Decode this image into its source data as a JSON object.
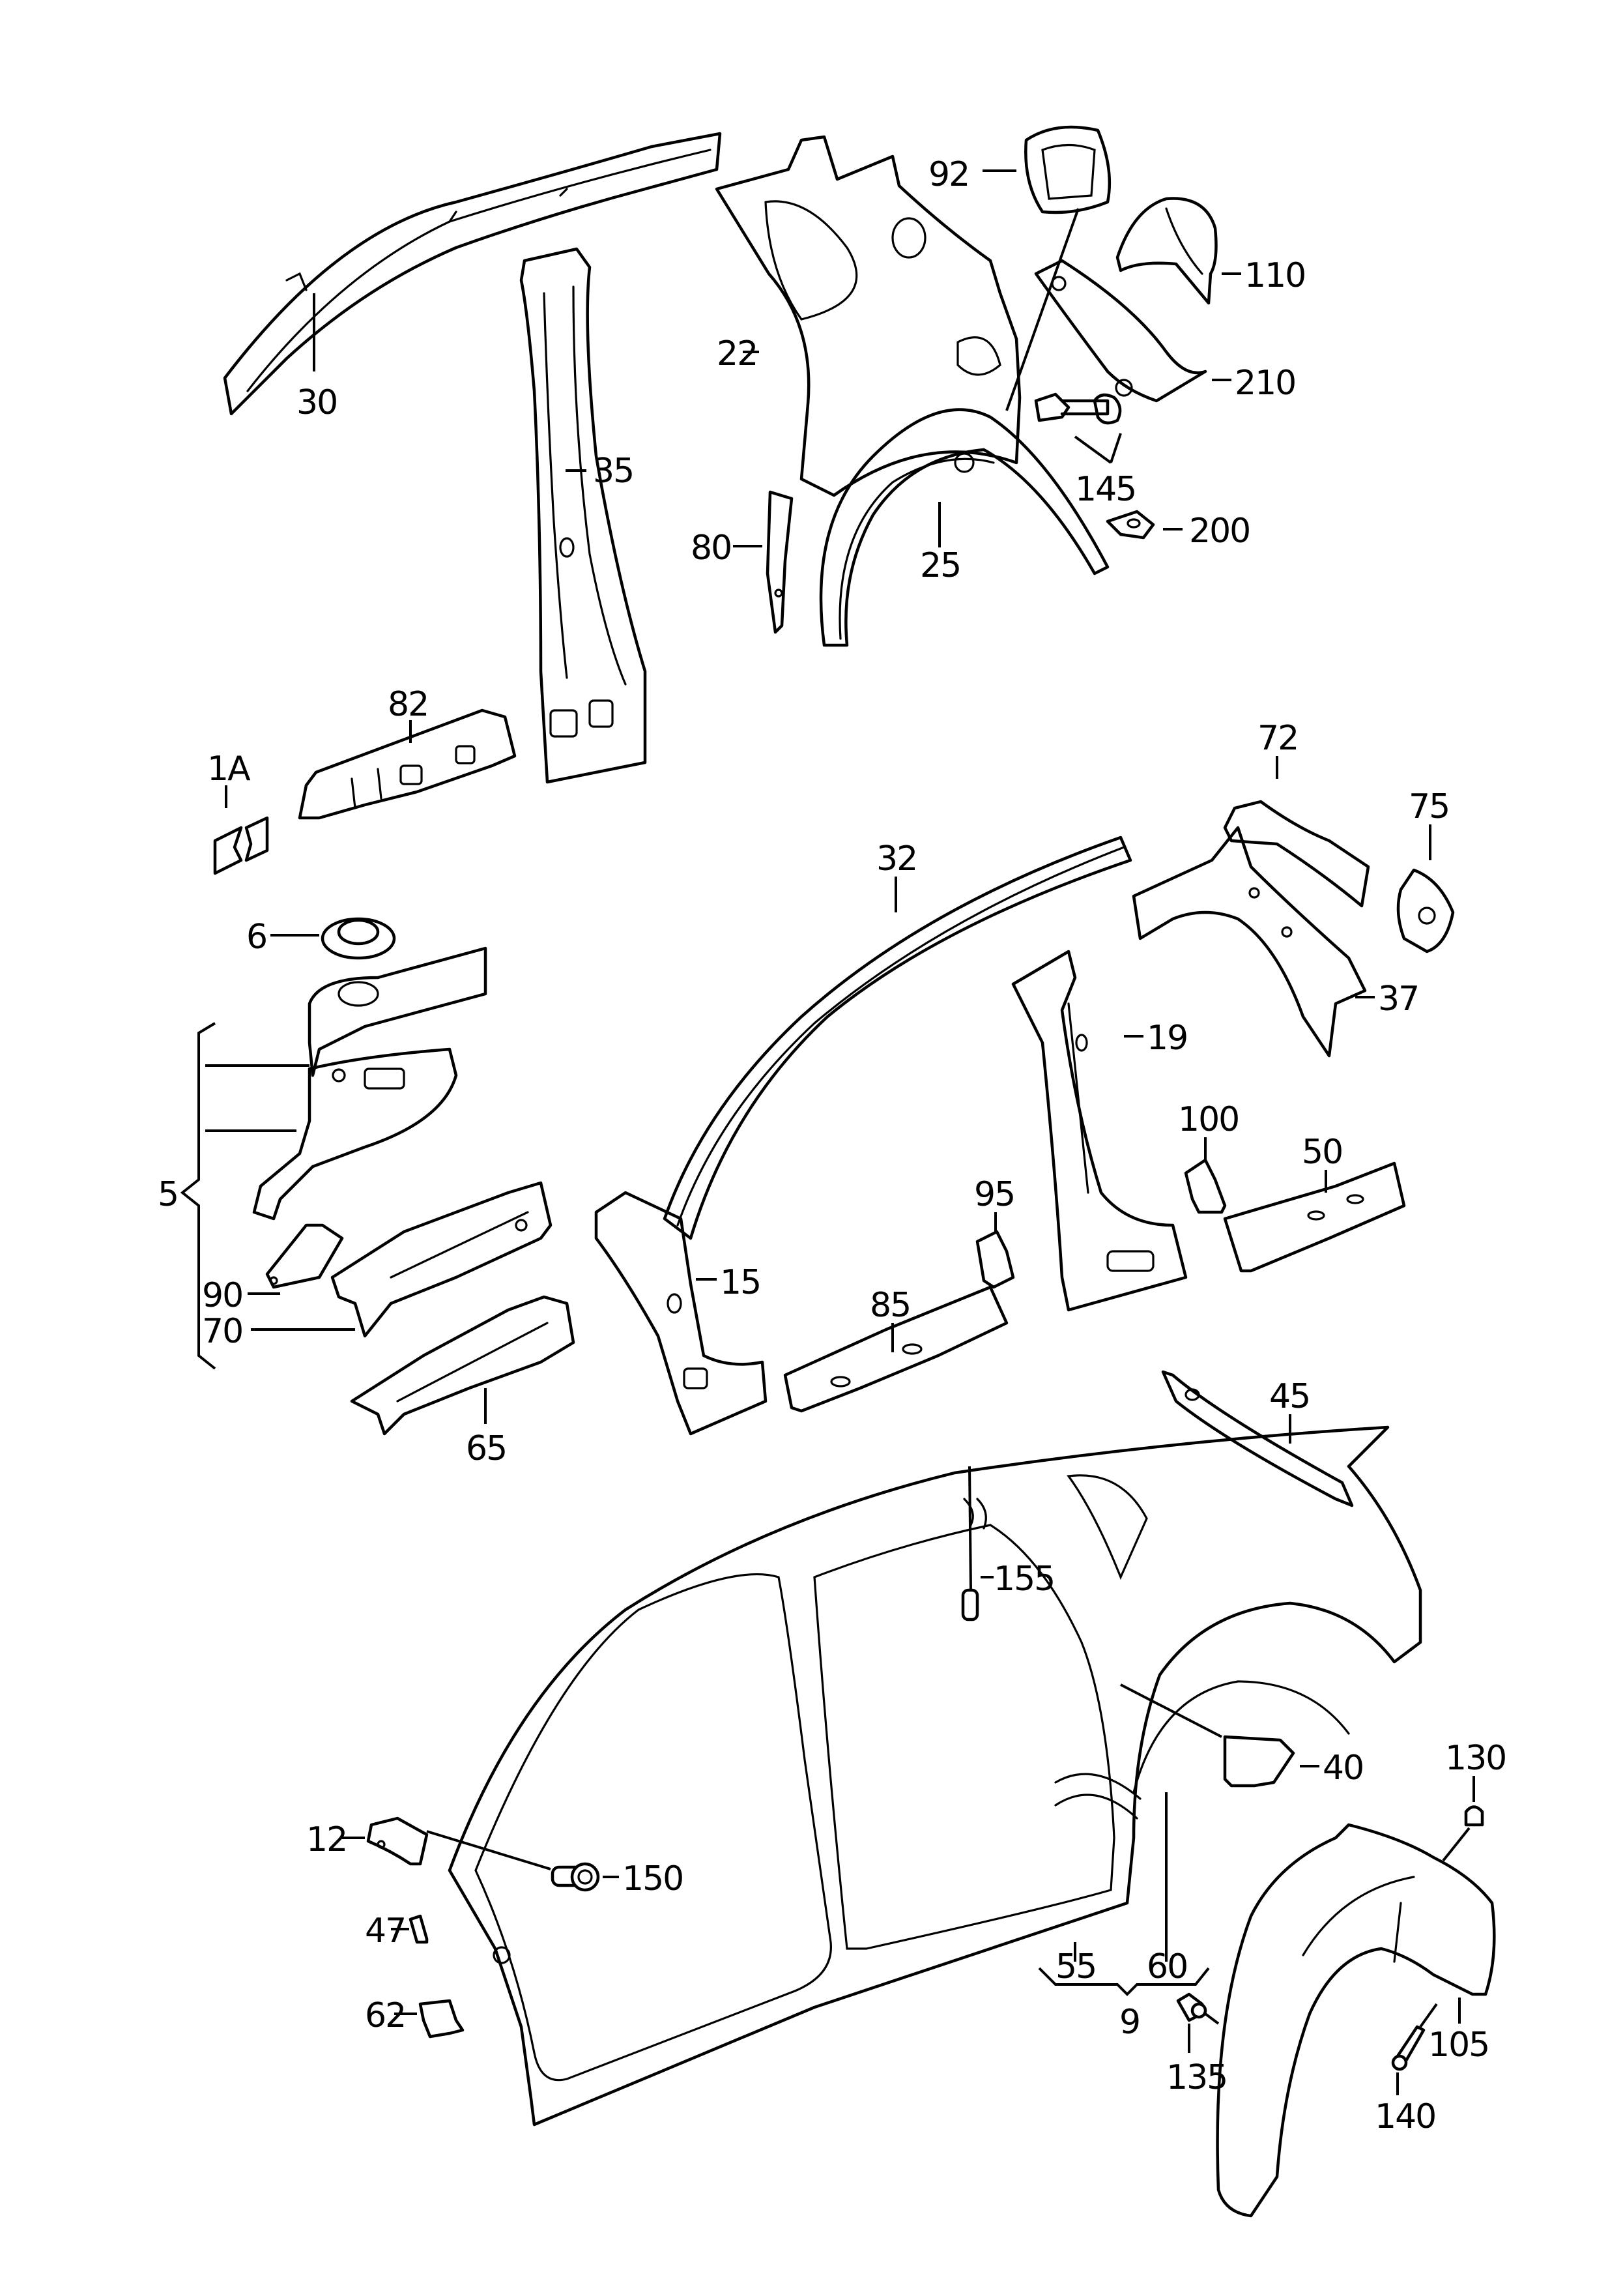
{
  "diagram": {
    "title": "Body side panel and inner structure - exploded parts diagram",
    "callouts": [
      {
        "id": "30",
        "label": "30",
        "part": "roof-frame-rail-front"
      },
      {
        "id": "35",
        "label": "35",
        "part": "b-pillar-inner"
      },
      {
        "id": "22",
        "label": "22",
        "part": "rear-quarter-inner-panel"
      },
      {
        "id": "92",
        "label": "92",
        "part": "reinforcement-plate"
      },
      {
        "id": "110",
        "label": "110",
        "part": "wheel-arch-bracket"
      },
      {
        "id": "210",
        "label": "210",
        "part": "rear-arch-reinforcement"
      },
      {
        "id": "145",
        "label": "145",
        "part": "bolt-and-nut"
      },
      {
        "id": "200",
        "label": "200",
        "part": "clip-nut"
      },
      {
        "id": "25",
        "label": "25",
        "part": "inner-wheel-housing"
      },
      {
        "id": "80",
        "label": "80",
        "part": "c-pillar-reinforcement"
      },
      {
        "id": "82",
        "label": "82",
        "part": "sill-reinforcement"
      },
      {
        "id": "1A",
        "label": "1A",
        "part": "repair-section-patch"
      },
      {
        "id": "6",
        "label": "6",
        "part": "strut-mount-cap"
      },
      {
        "id": "5",
        "label": "5",
        "part": "front-wheel-house-assembly"
      },
      {
        "id": "90",
        "label": "90",
        "part": "bracket"
      },
      {
        "id": "70",
        "label": "70",
        "part": "front-longitudinal-member"
      },
      {
        "id": "65",
        "label": "65",
        "part": "front-apron-rail"
      },
      {
        "id": "15",
        "label": "15",
        "part": "a-pillar-lower-inner"
      },
      {
        "id": "32",
        "label": "32",
        "part": "roof-side-rail"
      },
      {
        "id": "72",
        "label": "72",
        "part": "rear-panel-corner"
      },
      {
        "id": "75",
        "label": "75",
        "part": "bump-stop-mount"
      },
      {
        "id": "19",
        "label": "19",
        "part": "b-pillar-reinforcement"
      },
      {
        "id": "37",
        "label": "37",
        "part": "c-pillar-inner"
      },
      {
        "id": "100",
        "label": "100",
        "part": "seat-belt-bracket"
      },
      {
        "id": "50",
        "label": "50",
        "part": "rear-sill-member"
      },
      {
        "id": "95",
        "label": "95",
        "part": "hinge-bracket"
      },
      {
        "id": "85",
        "label": "85",
        "part": "front-sill-member"
      },
      {
        "id": "45",
        "label": "45",
        "part": "roof-rail-end-piece"
      },
      {
        "id": "155",
        "label": "155",
        "part": "rivet-nut"
      },
      {
        "id": "40",
        "label": "40",
        "part": "fuel-filler-bracket"
      },
      {
        "id": "12",
        "label": "12",
        "part": "fender-mount-bracket"
      },
      {
        "id": "150",
        "label": "150",
        "part": "grommet-plug"
      },
      {
        "id": "47",
        "label": "47",
        "part": "gusset"
      },
      {
        "id": "62",
        "label": "62",
        "part": "sill-end-bracket"
      },
      {
        "id": "55",
        "label": "55",
        "part": "side-panel-front-section"
      },
      {
        "id": "60",
        "label": "60",
        "part": "side-panel-rear-section"
      },
      {
        "id": "9",
        "label": "9",
        "part": "outer-side-panel"
      },
      {
        "id": "130",
        "label": "130",
        "part": "expanding-clip"
      },
      {
        "id": "105",
        "label": "105",
        "part": "wheel-housing-liner"
      },
      {
        "id": "135",
        "label": "135",
        "part": "spreader-nut"
      },
      {
        "id": "140",
        "label": "140",
        "part": "self-tapping-screw"
      }
    ]
  }
}
